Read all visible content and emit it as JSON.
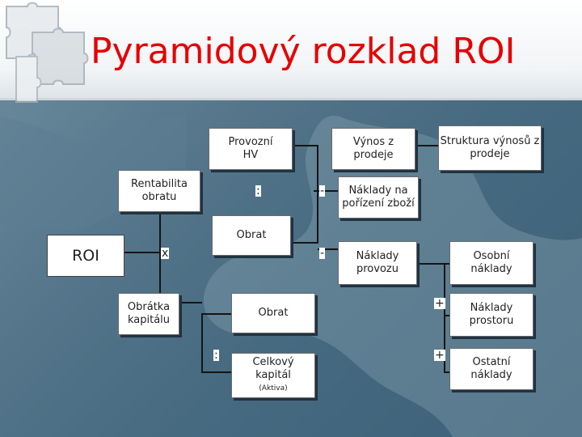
{
  "slide": {
    "title": "Pyramidový rozklad ROI"
  },
  "nodes": {
    "provozni_hv": "Provozní\nHV",
    "vynos": "Výnos z\nprodeje",
    "struktura": "Struktura výnosů z\nprodeje",
    "rentabilita": "Rentabilita\nobratu",
    "naklady_porizeni": "Náklady na\npořízení zboží",
    "obrat_top": "Obrat",
    "roi": "ROI",
    "naklady_provozu": "Náklady\nprovozu",
    "osobni": "Osobní\nnáklady",
    "obratka": "Obrátka\nkapitálu",
    "obrat_bottom": "Obrat",
    "naklady_prostoru": "Náklady\nprostoru",
    "celkovy_kapital": "Celkový\nkapitál",
    "aktiva": "(Aktiva)",
    "ostatni": "Ostatní\nnáklady"
  },
  "operators": {
    "divide_top": ":",
    "minus_1": "-",
    "multiply": "x",
    "minus_2": "-",
    "plus_1": "+",
    "divide_bottom": ":",
    "plus_2": "+"
  },
  "colors": {
    "title": "#e60000",
    "background": "#4f7087",
    "box_fill": "#ffffff"
  }
}
